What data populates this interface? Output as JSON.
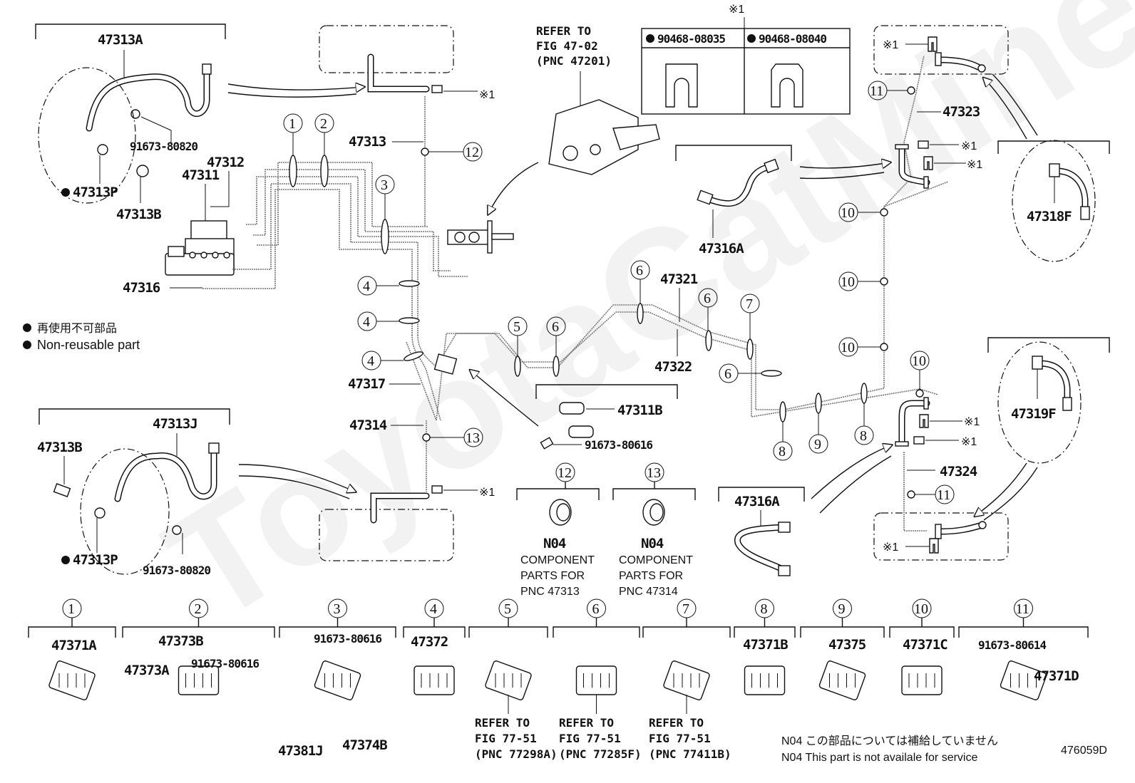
{
  "diagram": {
    "watermark": "ToyotaCatMine.ru",
    "figure_id": "476059D",
    "legend": {
      "jp": "再使用不可部品",
      "en": "Non-reusable part"
    },
    "footnote": {
      "jp": "N04 この部品については補給していません",
      "en": "N04 This part is not availale for service"
    },
    "note_mark": "※1",
    "master_cylinder_ref": [
      "REFER TO",
      "FIG 47-02",
      "(PNC 47201)"
    ],
    "clip_table": {
      "mark": "※1",
      "columns": [
        "90468-08035",
        "90468-08040"
      ]
    },
    "labels": {
      "p47313A": "47313A",
      "p47313P_top": "47313P",
      "p47313B_top": "47313B",
      "p91673_80820_top": "91673-80820",
      "p47312": "47312",
      "p47311": "47311",
      "p47316": "47316",
      "p47313": "47313",
      "p47317": "47317",
      "p47314": "47314",
      "p47313J": "47313J",
      "p47313B_bot": "47313B",
      "p47313P_bot": "47313P",
      "p91673_80820_bot": "91673-80820",
      "p47311B": "47311B",
      "p91673_80616_mid": "91673-80616",
      "p47321": "47321",
      "p47322": "47322",
      "p47316A_top": "47316A",
      "p47316A_bot": "47316A",
      "p47323": "47323",
      "p47324": "47324",
      "p47318F": "47318F",
      "p47319F": "47319F"
    },
    "n04_groups": [
      {
        "num": "12",
        "code": "N04",
        "lines": [
          "COMPONENT",
          "PARTS FOR",
          "PNC 47313"
        ]
      },
      {
        "num": "13",
        "code": "N04",
        "lines": [
          "COMPONENT",
          "PARTS FOR",
          "PNC 47314"
        ]
      }
    ],
    "callouts_on_diagram": [
      "1",
      "2",
      "3",
      "4",
      "4",
      "4",
      "5",
      "6",
      "6",
      "6",
      "7",
      "6",
      "8",
      "9",
      "8",
      "10",
      "10",
      "10",
      "10",
      "11",
      "11",
      "12",
      "13"
    ],
    "clip_groups": [
      {
        "num": "1",
        "parts": [
          "47371A"
        ]
      },
      {
        "num": "2",
        "parts": [
          "47373B",
          "47373A",
          "91673-80616"
        ]
      },
      {
        "num": "3",
        "parts": [
          "91673-80616",
          "47381J",
          "47374B"
        ]
      },
      {
        "num": "4",
        "parts": [
          "47372"
        ]
      },
      {
        "num": "5",
        "parts": [],
        "ref": [
          "REFER TO",
          "FIG 77-51",
          "(PNC 77298A)"
        ]
      },
      {
        "num": "6",
        "parts": [],
        "ref": [
          "REFER TO",
          "FIG 77-51",
          "(PNC 77285F)"
        ]
      },
      {
        "num": "7",
        "parts": [],
        "ref": [
          "REFER TO",
          "FIG 77-51",
          "(PNC 77411B)"
        ]
      },
      {
        "num": "8",
        "parts": [
          "47371B"
        ]
      },
      {
        "num": "9",
        "parts": [
          "47375"
        ]
      },
      {
        "num": "10",
        "parts": [
          "47371C"
        ]
      },
      {
        "num": "11",
        "parts": [
          "91673-80614",
          "47371D"
        ]
      }
    ]
  }
}
